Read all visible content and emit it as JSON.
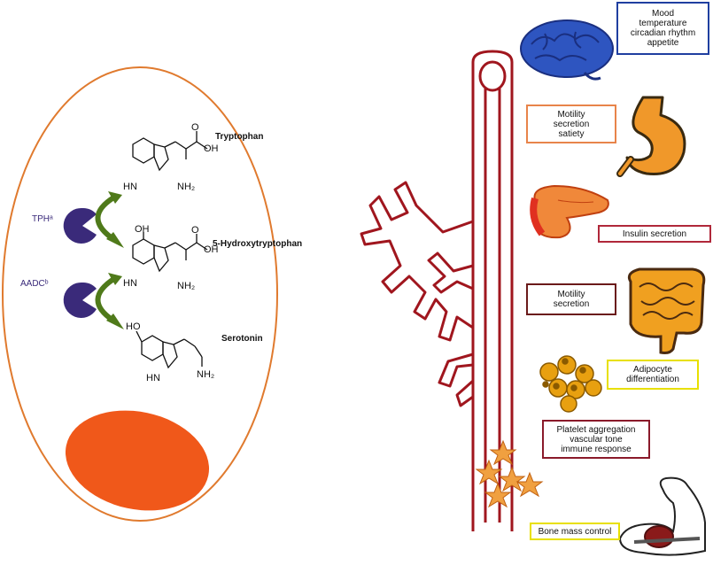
{
  "colors": {
    "cell_outline": "#e07a2e",
    "nucleus": "#f0581a",
    "enzyme": "#3a2a7a",
    "arrow": "#4f7a1a",
    "vessel": "#a0161e",
    "brain_box": "#1f3fa0",
    "stomach_box": "#e8844a",
    "pancreas_box": "#b0283a",
    "intestine_box": "#6a1a1a",
    "adipocyte_box": "#e8e000",
    "platelet_box": "#8a1a2a",
    "bone_box": "#e8e000"
  },
  "cell": {
    "molecules": {
      "tryptophan": "Tryptophan",
      "hydroxytryptophan": "5-Hydroxytryptophan",
      "serotonin": "Serotonin"
    },
    "enzymes": {
      "tph": "TPHᵃ",
      "aadc": "AADCᵇ"
    },
    "atoms": {
      "hn": "HN",
      "oh": "OH",
      "o": "O",
      "nh2": "NH₂",
      "ho": "HO"
    }
  },
  "effects": {
    "brain": [
      "Mood",
      "temperature",
      "circadian rhythm",
      "appetite"
    ],
    "stomach": [
      "Motility",
      "secretion",
      "satiety"
    ],
    "pancreas": [
      "Insulin secretion"
    ],
    "intestine": [
      "Motility",
      "secretion"
    ],
    "adipocyte": [
      "Adipocyte",
      "differentiation"
    ],
    "platelets": [
      "Platelet aggregation",
      "vascular tone",
      "immune response"
    ],
    "bone": [
      "Bone mass control"
    ]
  },
  "icons": {
    "brain": "brain-icon",
    "stomach": "stomach-icon",
    "pancreas": "pancreas-icon",
    "intestine": "intestine-icon",
    "adipocytes": "adipocytes-icon",
    "platelets": "platelets-icon",
    "bone": "arm-bone-icon"
  }
}
